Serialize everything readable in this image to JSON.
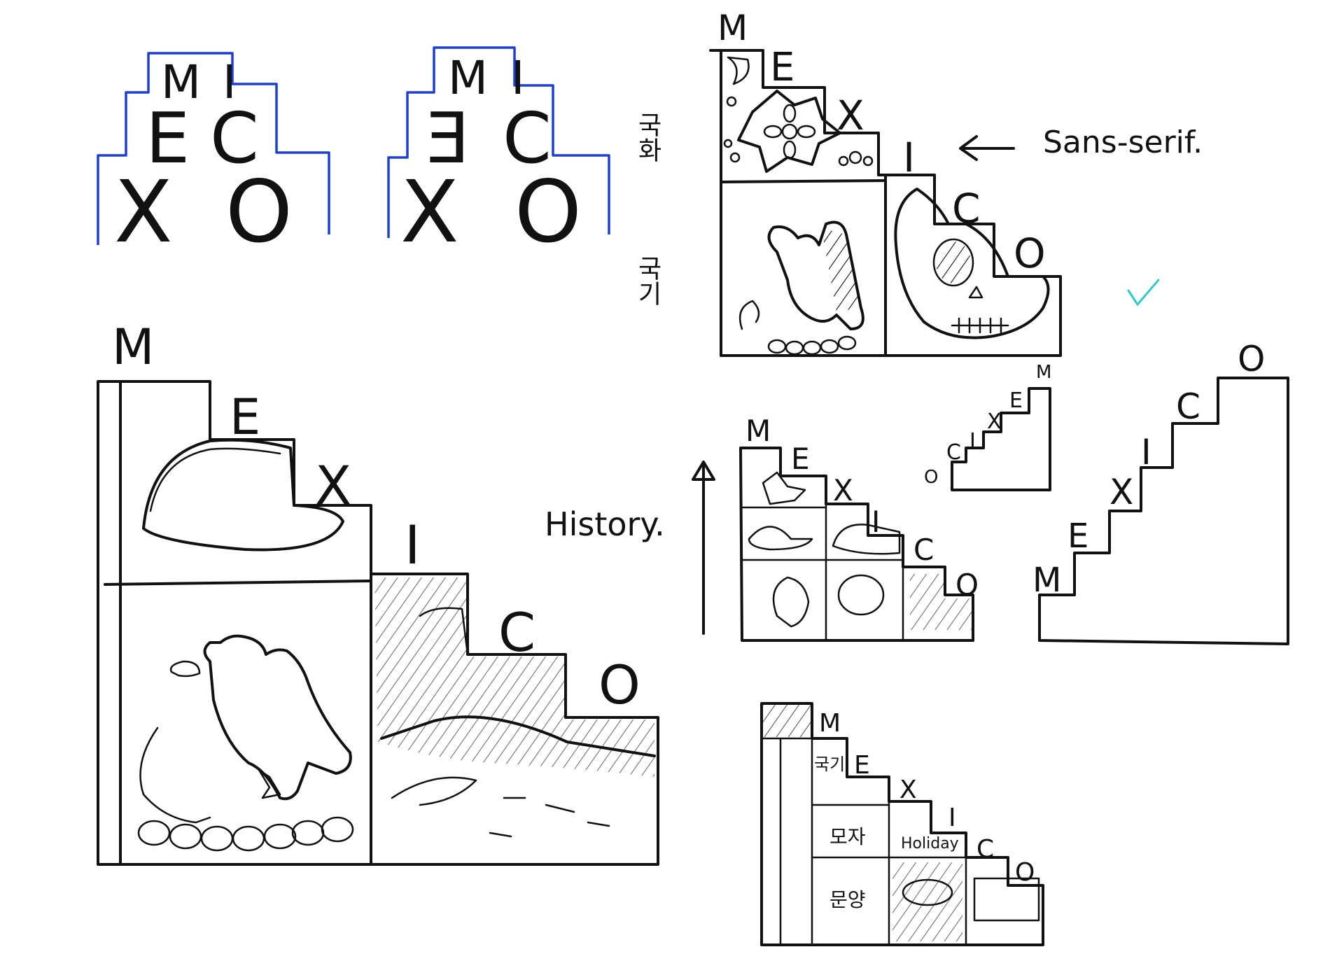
{
  "letters": {
    "m": "M",
    "i": "I",
    "e": "E",
    "e_rev": "Ǝ",
    "c": "C",
    "x": "X",
    "o": "O"
  },
  "annotations": {
    "sans_serif": "Sans-serif.",
    "history": "History.",
    "gukhwa": "국화",
    "gukgi": "국기",
    "moja": "모자",
    "munyang": "문양",
    "holiday": "Holiday"
  },
  "colors": {
    "ink": "#111111",
    "outline_blue": "#1f3fd0",
    "check_teal": "#2fc9c9"
  },
  "icons": [
    "up-arrow-icon",
    "left-arrow-icon",
    "check-mark-icon",
    "eagle-icon",
    "skull-icon",
    "flower-icon",
    "sombrero-icon",
    "taco-icon"
  ]
}
